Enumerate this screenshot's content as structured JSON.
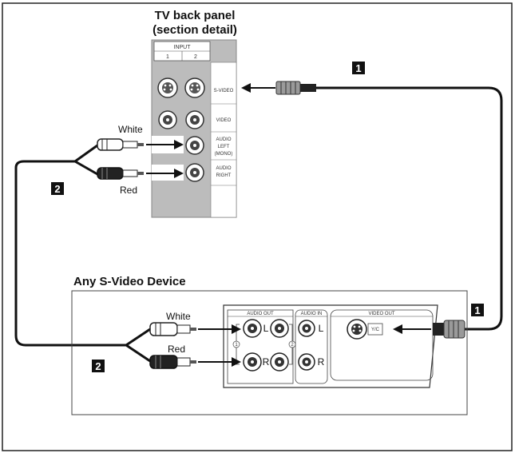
{
  "tv": {
    "title_line1": "TV back panel",
    "title_line2": "(section detail)",
    "input_header": "INPUT",
    "input_col1": "1",
    "input_col2": "2",
    "svideo_label": "S-VIDEO",
    "video_label": "VIDEO",
    "audio_left_line1": "AUDIO",
    "audio_left_line2": "LEFT",
    "audio_left_line3": "(MONO)",
    "audio_right_line1": "AUDIO",
    "audio_right_line2": "RIGHT"
  },
  "cables": {
    "white_top": "White",
    "red_top": "Red",
    "white_bottom": "White",
    "red_bottom": "Red",
    "marker_svideo_top": "1",
    "marker_svideo_bottom": "1",
    "marker_audio_top": "2",
    "marker_audio_bottom": "2"
  },
  "device": {
    "title": "Any S-Video Device",
    "audio_out_label": "AUDIO OUT",
    "audio_in_label": "AUDIO IN",
    "video_out_label": "VIDEO OUT",
    "out_l": "L",
    "out_r": "R",
    "in_l": "L",
    "in_r": "R",
    "circle_1": "1",
    "circle_2": "2",
    "yc_label": "Y/C"
  }
}
